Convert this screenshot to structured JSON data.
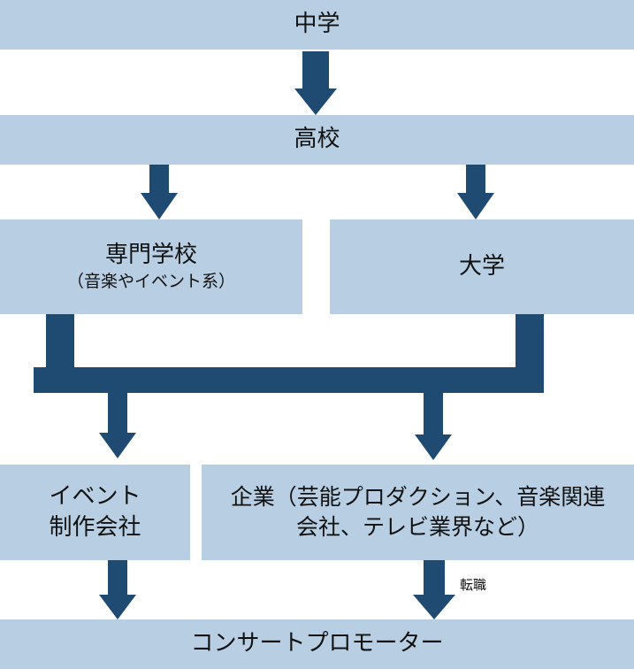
{
  "colors": {
    "box": "#b8cfe3",
    "arrow": "#1f4a72"
  },
  "nodes": {
    "junior_high": "中学",
    "high_school": "高校",
    "vocational": "専門学校",
    "vocational_sub": "（音楽やイベント系）",
    "university": "大学",
    "event_company_line1": "イベント",
    "event_company_line2": "制作会社",
    "corporate_line1": "企業（芸能プロダクション、音楽関連",
    "corporate_line2": "会社、テレビ業界など）",
    "promoter": "コンサートプロモーター"
  },
  "edges": {
    "job_change_label": "転職"
  }
}
